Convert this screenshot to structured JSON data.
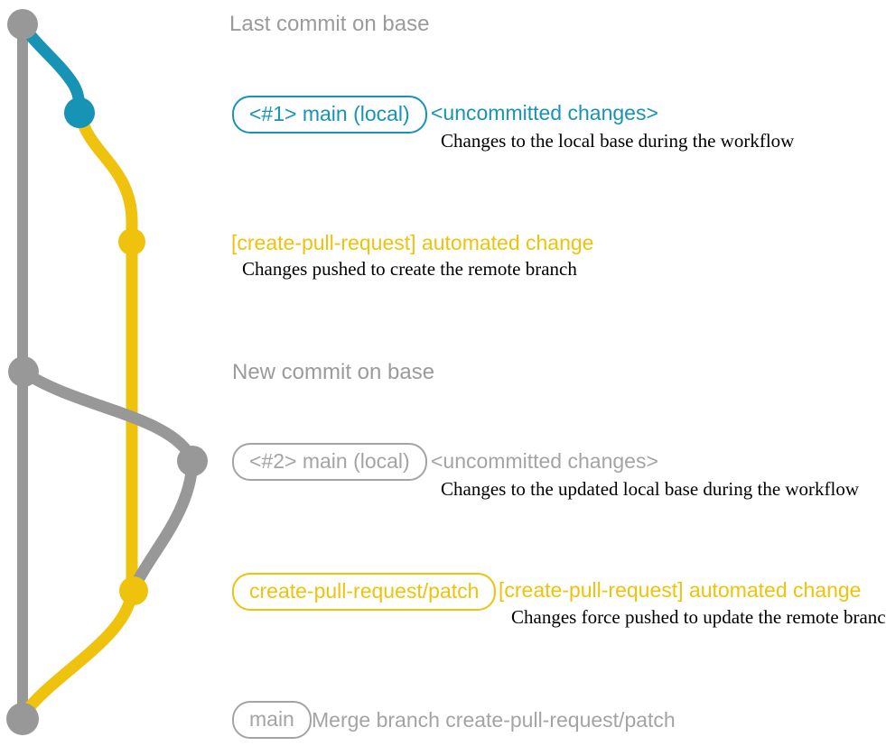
{
  "colors": {
    "gray_graph": "#989898",
    "gray_text": "#a4a4a4",
    "blue": "#1793b5",
    "yellow": "#eec20d",
    "description_text": "#000000",
    "background": "#ffffff"
  },
  "graph": {
    "dots": [
      {
        "id": "last-commit-on-base",
        "color": "gray"
      },
      {
        "id": "local-change-1",
        "color": "blue"
      },
      {
        "id": "automated-change-1",
        "color": "yellow"
      },
      {
        "id": "new-commit-on-base",
        "color": "gray"
      },
      {
        "id": "local-change-2",
        "color": "gray"
      },
      {
        "id": "automated-change-2",
        "color": "yellow"
      },
      {
        "id": "merge-commit",
        "color": "gray"
      }
    ]
  },
  "rows": [
    {
      "type": "note",
      "text": "Last commit on base"
    },
    {
      "type": "commit",
      "badge": "<#1> main (local)",
      "message": "<uncommitted changes>",
      "description": "Changes to the local base during the workflow",
      "color": "blue"
    },
    {
      "type": "commit",
      "message": "[create-pull-request] automated change",
      "description": "Changes pushed to create the remote branch",
      "color": "yellow"
    },
    {
      "type": "note",
      "text": "New commit on base"
    },
    {
      "type": "commit",
      "badge": "<#2> main (local)",
      "message": "<uncommitted changes>",
      "description": "Changes to the updated local base during the workflow",
      "color": "gray"
    },
    {
      "type": "commit",
      "badge": "create-pull-request/patch",
      "message": "[create-pull-request] automated change",
      "description": "Changes force pushed to update the remote branch",
      "color": "yellow"
    },
    {
      "type": "commit",
      "badge": "main",
      "message": "Merge branch create-pull-request/patch",
      "color": "gray"
    }
  ]
}
